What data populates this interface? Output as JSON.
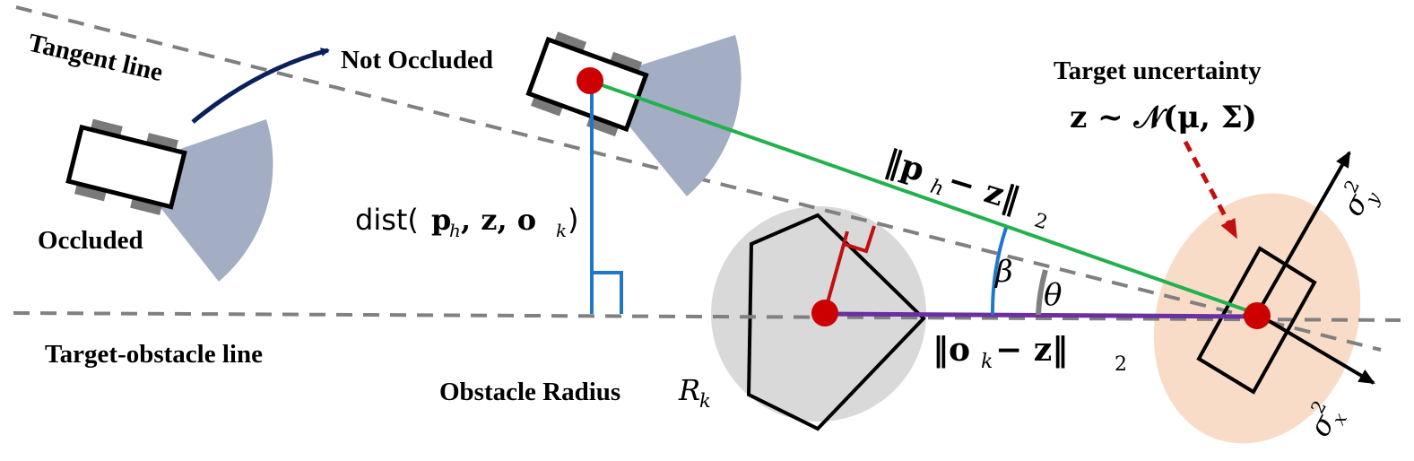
{
  "labels": {
    "tangent_line": "Tangent line",
    "not_occluded": "Not Occluded",
    "occluded": "Occluded",
    "target_obstacle_line": "Target-obstacle line",
    "obstacle_radius": "Obstacle Radius",
    "obstacle_radius_symbol": "R",
    "obstacle_radius_sub": "k",
    "target_uncertainty": "Target uncertainty"
  },
  "math": {
    "target_dist": "z ~ 𝒩(μ, Σ)",
    "dist_fn": "dist(",
    "dist_args": "p",
    "dist_args_sub": "h",
    "dist_rest": ", z, o",
    "dist_rest_sub": "k",
    "dist_close": ")",
    "norm_ph_z_a": "‖p",
    "norm_ph_z_sub": "h",
    "norm_ph_z_b": " − z‖",
    "norm_ph_z_sub2": "2",
    "norm_ok_z_a": "‖o",
    "norm_ok_z_sub": "k",
    "norm_ok_z_b": " − z‖",
    "norm_ok_z_sub2": "2",
    "beta": "β",
    "theta": "θ",
    "sigma_y": "σ",
    "sigma_y_sup": "2",
    "sigma_y_sub": "y",
    "sigma_x": "σ",
    "sigma_x_sup": "2",
    "sigma_x_sub": "x"
  },
  "colors": {
    "fov_wedge": "#a3aec4",
    "dashed_line": "#808080",
    "arrow_navy": "#0b1f5c",
    "green_line": "#22b14c",
    "blue_marker": "#1f77c9",
    "red_point": "#cc0000",
    "purple_line": "#6a2fa0",
    "obstacle_circle": "#d9d9d9",
    "uncertainty_ellipse": "#f8dcc8",
    "red_dashed_arrow": "#c01010"
  }
}
